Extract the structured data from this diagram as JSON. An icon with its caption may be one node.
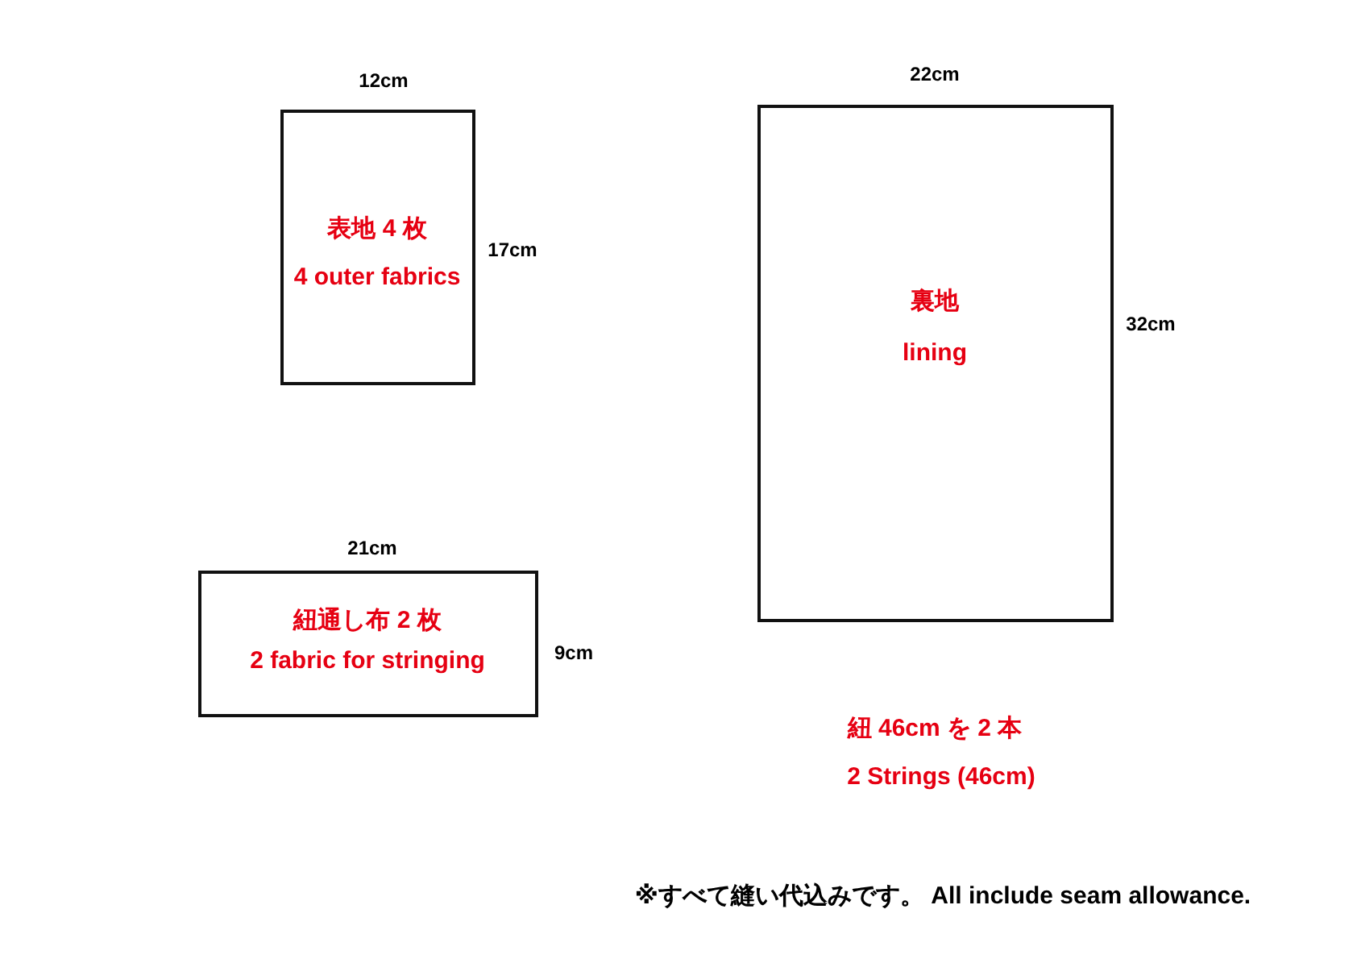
{
  "diagram": {
    "nodes": [
      {
        "text": [
          "表地 4 枚",
          "4 outer fabrics"
        ]
      },
      {
        "text": [
          "裏地",
          "lining"
        ]
      },
      {
        "text": [
          "紐通し布 2 枚",
          "2 fabric for stringing"
        ]
      }
    ],
    "labels": [
      "22cm",
      "12cm",
      "17cm",
      "32cm",
      "21cm",
      "9cm",
      "紐 46cm を 2 本",
      "2 Strings (46cm)",
      "※すべて縫い代込みです。 All include seam allowance."
    ]
  }
}
